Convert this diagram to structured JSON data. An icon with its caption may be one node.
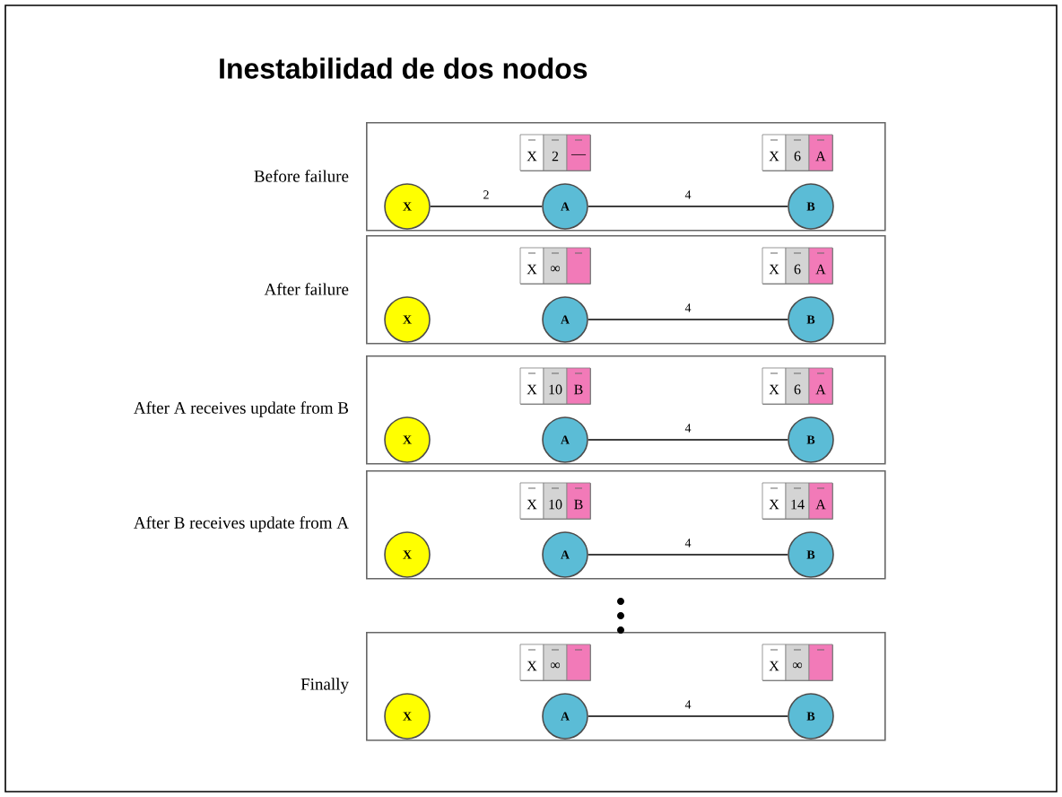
{
  "diagram": {
    "title": "Inestabilidad de dos nodos",
    "nodes": [
      {
        "text": [
          "Before failure"
        ]
      },
      {
        "text": [
          "X",
          "2",
          "—"
        ],
        "in": 0
      },
      {
        "text": [
          "X",
          "6",
          "A"
        ],
        "in": 0
      },
      {
        "text": [
          "X"
        ],
        "in": 0
      },
      {
        "text": [
          "A"
        ],
        "in": 0
      },
      {
        "text": [
          "B"
        ],
        "in": 0
      },
      {
        "text": [
          "After failure"
        ]
      },
      {
        "text": [
          "X",
          "∞"
        ],
        "in": 6
      },
      {
        "text": [
          "X",
          "6",
          "A"
        ],
        "in": 6
      },
      {
        "text": [
          "X"
        ],
        "in": 6
      },
      {
        "text": [
          "A"
        ],
        "in": 6
      },
      {
        "text": [
          "B"
        ],
        "in": 6
      },
      {
        "text": [
          "After A receives update from B"
        ]
      },
      {
        "text": [
          "X",
          "10",
          "B"
        ],
        "in": 12
      },
      {
        "text": [
          "X",
          "6",
          "A"
        ],
        "in": 12
      },
      {
        "text": [
          "X"
        ],
        "in": 12
      },
      {
        "text": [
          "A"
        ],
        "in": 12
      },
      {
        "text": [
          "B"
        ],
        "in": 12
      },
      {
        "text": [
          "After B receives update from A"
        ]
      },
      {
        "text": [
          "X",
          "10",
          "B"
        ],
        "in": 18
      },
      {
        "text": [
          "X",
          "14",
          "A"
        ],
        "in": 18
      },
      {
        "text": [
          "X"
        ],
        "in": 18
      },
      {
        "text": [
          "A"
        ],
        "in": 18
      },
      {
        "text": [
          "B"
        ],
        "in": 18
      },
      {
        "text": [
          "Finally"
        ]
      },
      {
        "text": [
          "X",
          "∞"
        ],
        "in": 24
      },
      {
        "text": [
          "X",
          "∞"
        ],
        "in": 24
      },
      {
        "text": [
          "X"
        ],
        "in": 24
      },
      {
        "text": [
          "A"
        ],
        "in": 24
      },
      {
        "text": [
          "B"
        ],
        "in": 24
      }
    ],
    "edges": [
      {
        "from": 3,
        "to": 4,
        "arrow": "none",
        "label": "2"
      },
      {
        "from": 4,
        "to": 5,
        "arrow": "none",
        "label": "4"
      },
      {
        "from": 10,
        "to": 11,
        "arrow": "none",
        "label": "4"
      },
      {
        "from": 16,
        "to": 17,
        "arrow": "none",
        "label": "4"
      },
      {
        "from": 22,
        "to": 23,
        "arrow": "none",
        "label": "4"
      },
      {
        "from": 28,
        "to": 29,
        "arrow": "none",
        "label": "4"
      }
    ]
  }
}
